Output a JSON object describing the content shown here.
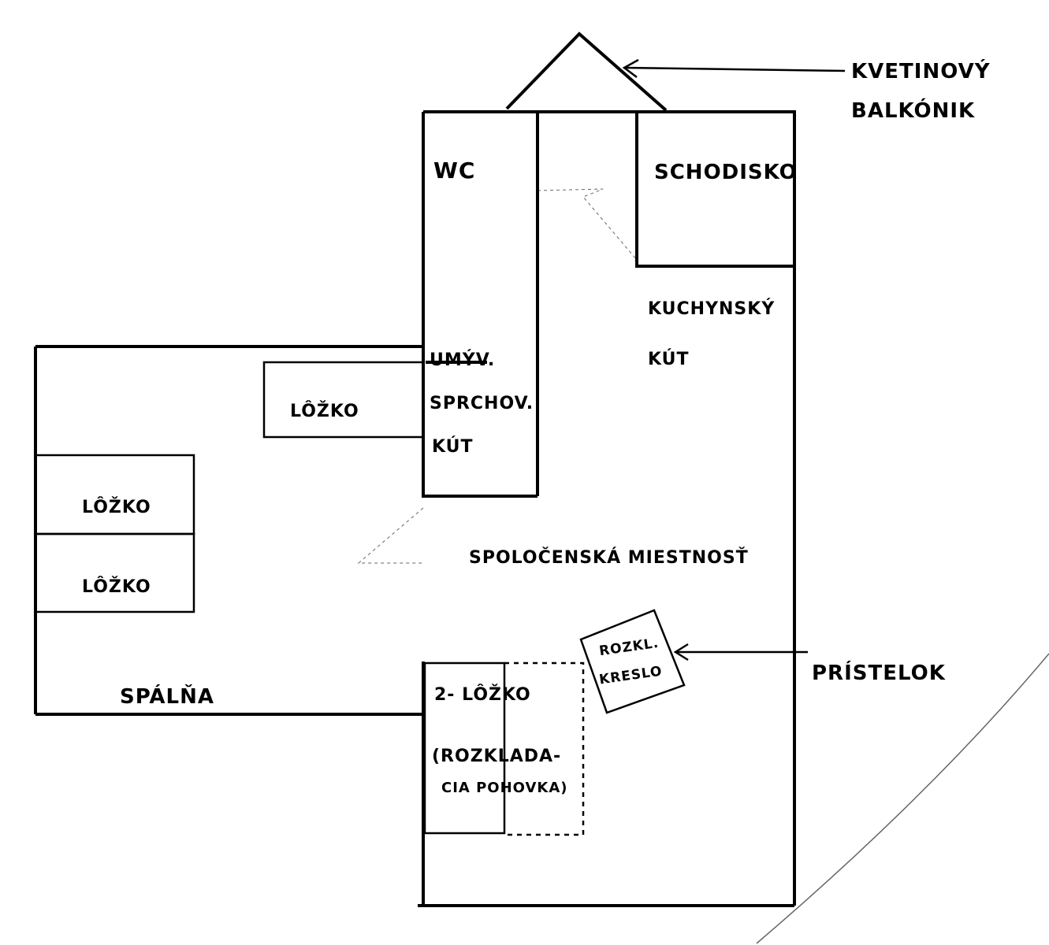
{
  "title_callouts": {
    "balcony_line1": "KVETINOVÝ",
    "balcony_line2": "BALKÓNIK",
    "side_table": "PRÍSTELOK"
  },
  "rooms": {
    "wc": "WC",
    "stairs": "SCHODISKO",
    "kitchen_line1": "KUCHYNSKÝ",
    "kitchen_line2": "KÚT",
    "sink": "UMÝV.",
    "shower_line1": "SPRCHOV.",
    "shower_line2": "KÚT",
    "living_room": "SPOLOČENSKÁ MIESTNOSŤ",
    "bedroom": "SPÁLŇA"
  },
  "furniture": {
    "bed_top": "LÔŽKO",
    "bed_left_1": "LÔŽKO",
    "bed_left_2": "LÔŽKO",
    "double_bed": "2- LÔŽKO",
    "sofa_line1": "(ROZKLADA-",
    "sofa_line2": "CIA POHOVKA)",
    "chair_line1": "ROZKL.",
    "chair_line2": "KRESLO"
  },
  "colors": {
    "ink": "#000000",
    "paper": "#ffffff"
  }
}
